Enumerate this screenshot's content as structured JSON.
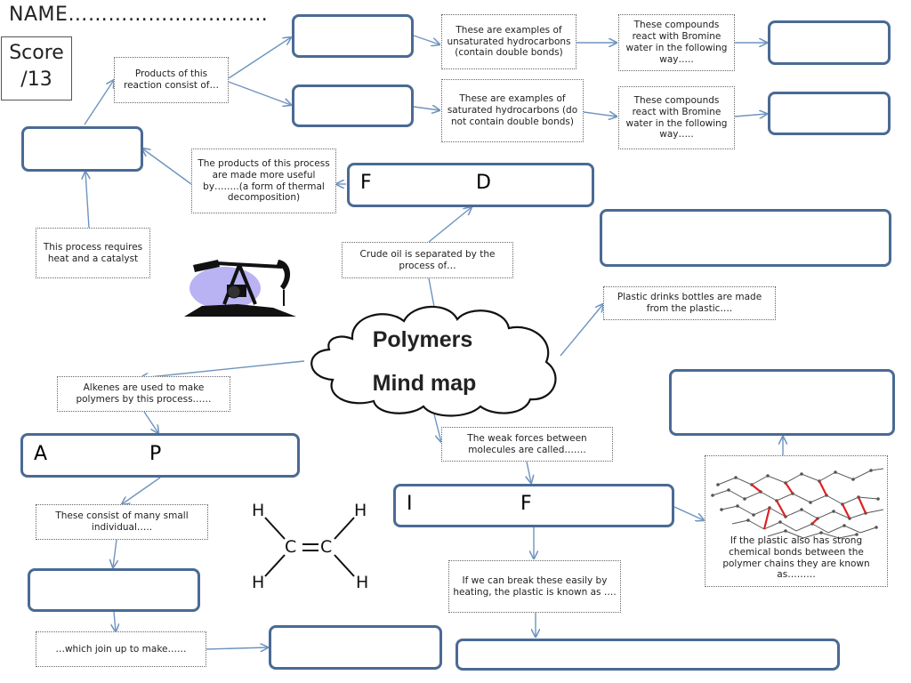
{
  "header": {
    "name_label": "NAME…………………………",
    "score_label": "Score",
    "score_total": "/13"
  },
  "center": {
    "line1": "Polymers",
    "line2": "Mind map"
  },
  "prompts": {
    "unsaturated": "These are examples of unsaturated hydrocarbons (contain double bonds)",
    "saturated": "These are examples of saturated hydrocarbons (do not contain double bonds)",
    "bromine_1": "These compounds react with Bromine water in the following way…..",
    "bromine_2": "These compounds react with Bromine water in the following way…..",
    "products_consist": "Products of this reaction consist of…",
    "thermal": "The products of this process are made more useful by……..(a form of thermal decomposition)",
    "heat_catalyst": "This process requires heat and a catalyst",
    "crude_oil": "Crude oil is separated by the process of…",
    "plastic_bottles": "Plastic drinks bottles are made from the plastic….",
    "alkenes": "Alkenes are used to make polymers by this process……",
    "weak_forces": "The weak forces between molecules are called…….",
    "small_individual": "These consist of many small individual…..",
    "break_easily": "If we can break these easily by heating, the plastic is known as ….",
    "join_up": "…which join up to make……",
    "strong_bonds": "If the plastic also has strong chemical bonds between the polymer chains they are known as………"
  },
  "answers": {
    "fd_first": "F",
    "fd_second": "D",
    "ap_first": "A",
    "ap_second": "P",
    "if_first": "I",
    "if_second": "F"
  },
  "molecule": {
    "h_tl": "H",
    "h_tr": "H",
    "h_bl": "H",
    "h_br": "H",
    "c_left": "C",
    "c_right": "C"
  },
  "colors": {
    "box_border": "#4a6a94",
    "arrow": "#6f94bf",
    "crosslink": "#dd2222"
  },
  "icons": {
    "oil_pump": "oil-pump-icon"
  }
}
